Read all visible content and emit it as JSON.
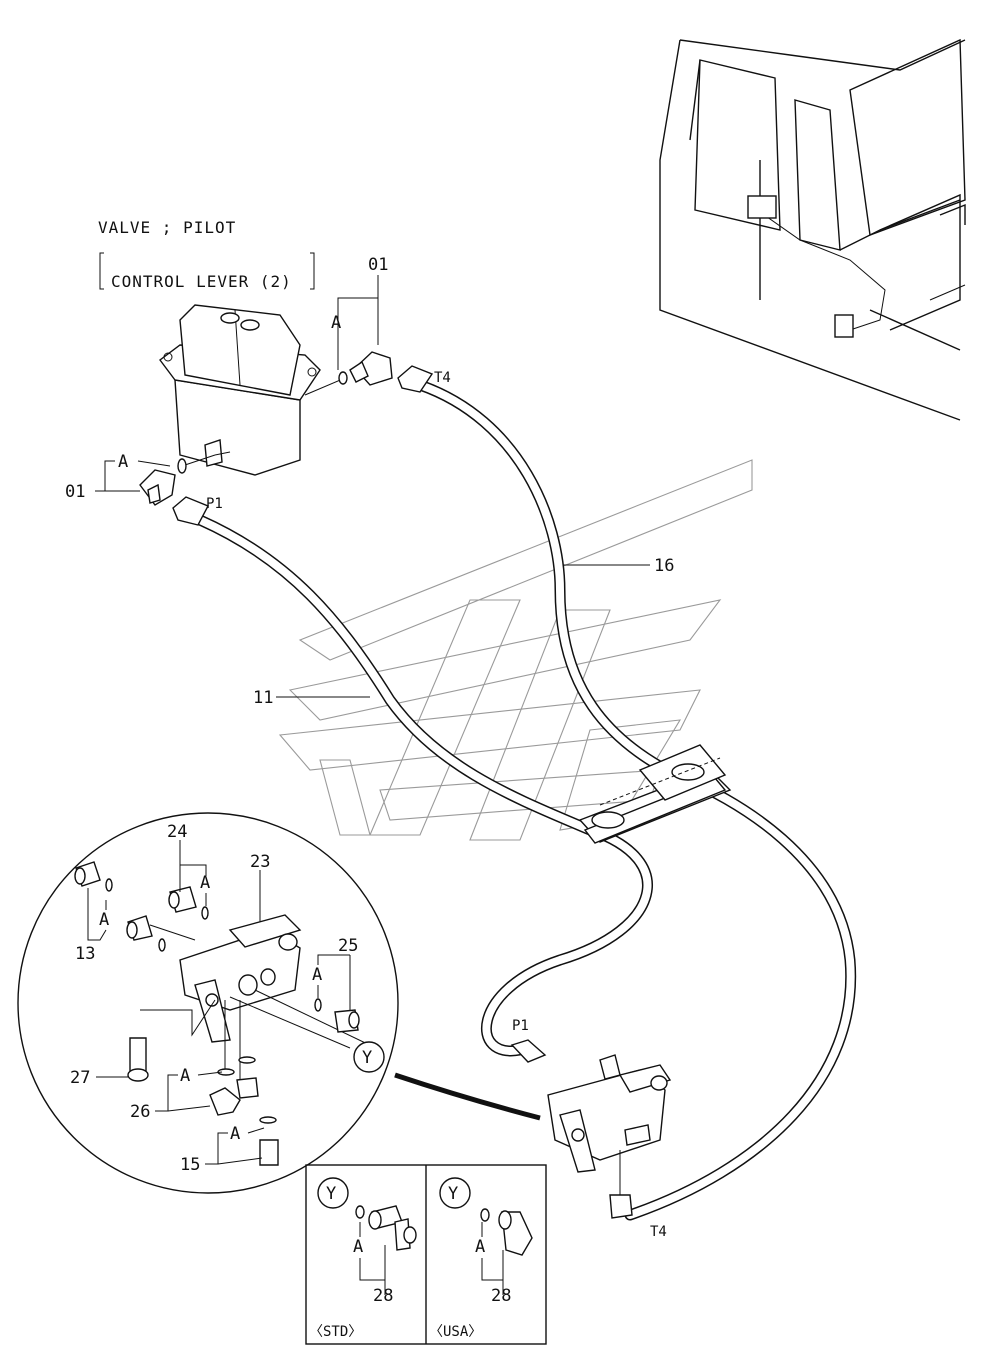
{
  "title": {
    "line1": "VALVE ; PILOT",
    "line2": "CONTROL LEVER (2)"
  },
  "callouts": {
    "c01_top": "01",
    "c01_left": "01",
    "c16": "16",
    "c11": "11",
    "c24": "24",
    "c23": "23",
    "c13": "13",
    "c25": "25",
    "c27": "27",
    "c26": "26",
    "c15": "15",
    "c28_std": "28",
    "c28_usa": "28"
  },
  "port_labels": {
    "t4_top": "T4",
    "p1_top": "P1",
    "p1_bottom": "P1",
    "t4_bottom": "T4"
  },
  "group_marks": {
    "a": "A",
    "y": "Y"
  },
  "variants": {
    "std": "〈STD〉",
    "usa": "〈USA〉"
  }
}
